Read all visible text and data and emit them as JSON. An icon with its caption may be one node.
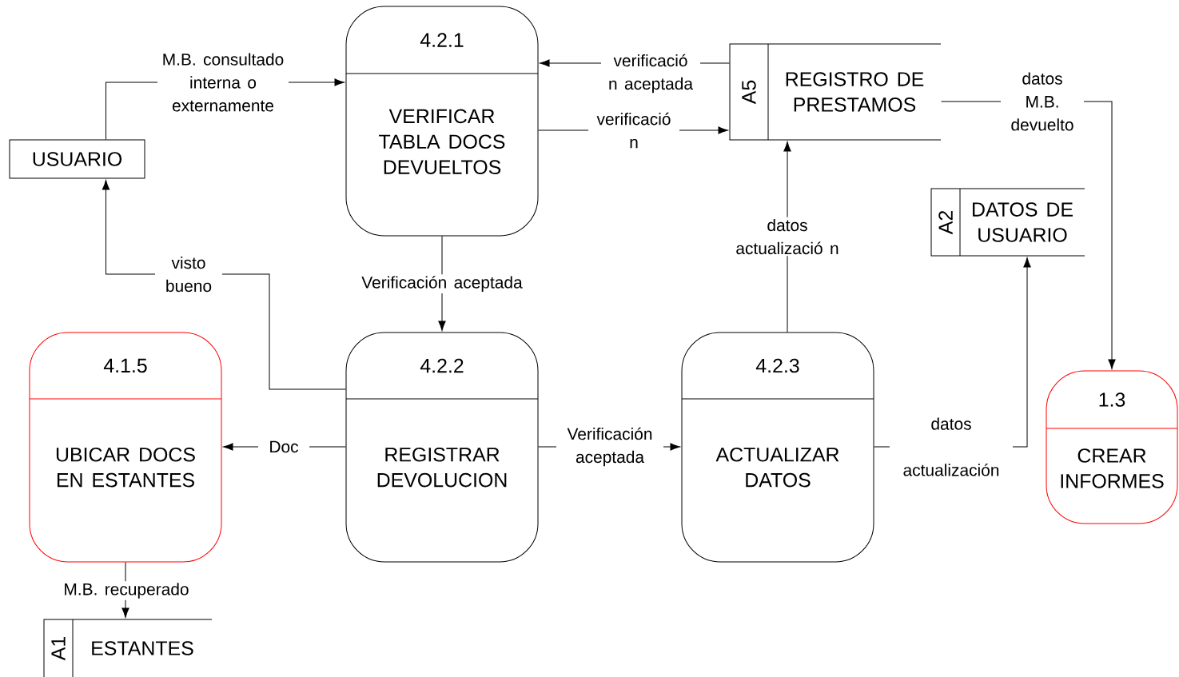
{
  "diagram": {
    "nodes": [
      {
        "text": [
          "USUARIO"
        ]
      },
      {
        "text": [
          "4.2.1",
          "VERIFICAR TABLA DOCS DEVUELTOS"
        ]
      },
      {
        "text": [
          "A5",
          "REGISTRO DE PRESTAMOS"
        ]
      },
      {
        "text": [
          "A2",
          "DATOS DE USUARIO"
        ]
      },
      {
        "text": [
          "4.1.5",
          "UBICAR DOCS EN ESTANTES"
        ]
      },
      {
        "text": [
          "4.2.2",
          "REGISTRAR DEVOLUCION"
        ]
      },
      {
        "text": [
          "4.2.3",
          "ACTUALIZAR DATOS"
        ]
      },
      {
        "text": [
          "1.3",
          "CREAR INFORMES"
        ]
      },
      {
        "text": [
          "A1",
          "ESTANTES"
        ]
      }
    ],
    "edges": [
      {
        "from": 0,
        "to": 1,
        "arrow": "to",
        "label": "M.B. consultado interna o externamente"
      },
      {
        "from": 2,
        "to": 1,
        "arrow": "to",
        "label": "verificació n aceptada"
      },
      {
        "from": 1,
        "to": 2,
        "arrow": "to",
        "label": "verificació n"
      },
      {
        "from": 2,
        "to": 7,
        "arrow": "to",
        "label": "datos M.B. devuelto"
      },
      {
        "from": 1,
        "to": 5,
        "arrow": "to",
        "label": "Verificación aceptada"
      },
      {
        "from": 5,
        "to": 0,
        "arrow": "to",
        "label": "visto bueno"
      },
      {
        "from": 5,
        "to": 4,
        "arrow": "to",
        "label": "Doc"
      },
      {
        "from": 5,
        "to": 6,
        "arrow": "to",
        "label": "Verificación aceptada"
      },
      {
        "from": 6,
        "to": 2,
        "arrow": "to",
        "label": "datos actualizació n"
      },
      {
        "from": 6,
        "to": 3,
        "arrow": "to",
        "label": "datos actualización"
      },
      {
        "from": 4,
        "to": 8,
        "arrow": "to",
        "label": "M.B. recuperado"
      }
    ]
  }
}
